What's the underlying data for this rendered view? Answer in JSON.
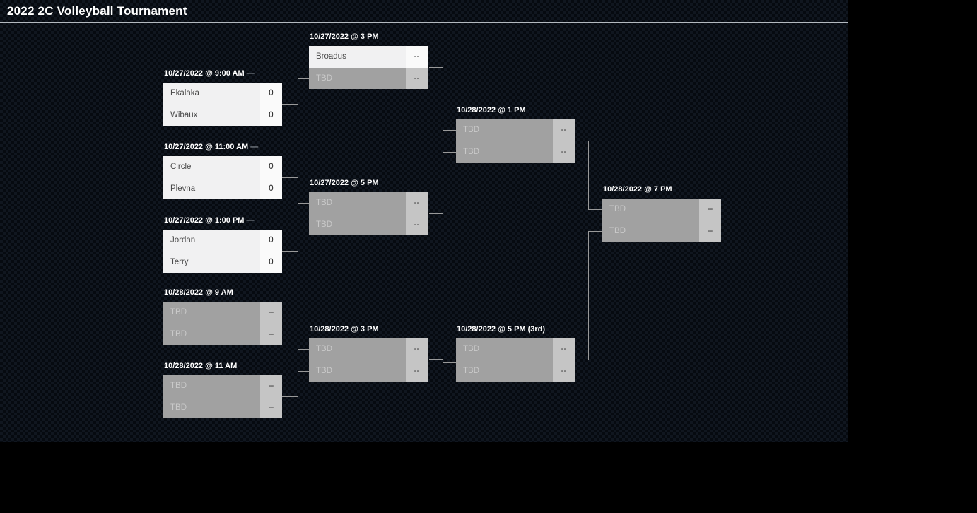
{
  "page": {
    "title": "2022 2C Volleyball Tournament"
  },
  "colors": {
    "page_background": "#000000",
    "panel_texture_base": "#060a10",
    "panel_texture_square": "#10161f",
    "divider": "#b3b9bf",
    "row_played_bg": "#f1f1f2",
    "row_played_score_bg": "#fafafa",
    "row_tbd_bg": "#a1a1a1",
    "row_tbd_score_bg": "#c5c5c5",
    "connector": "#999999",
    "header_text": "#ffffff"
  },
  "matches": [
    {
      "header": "10/27/2022 @ 9:00 AM",
      "suffix": " —",
      "teams": [
        {
          "name": "Ekalaka",
          "score": "0"
        },
        {
          "name": "Wibaux",
          "score": "0"
        }
      ]
    },
    {
      "header": "10/27/2022 @ 11:00 AM",
      "suffix": " —",
      "teams": [
        {
          "name": "Circle",
          "score": "0"
        },
        {
          "name": "Plevna",
          "score": "0"
        }
      ]
    },
    {
      "header": "10/27/2022 @ 1:00 PM",
      "suffix": " —",
      "teams": [
        {
          "name": "Jordan",
          "score": "0"
        },
        {
          "name": "Terry",
          "score": "0"
        }
      ]
    },
    {
      "header": "10/28/2022 @ 9 AM",
      "suffix": "",
      "teams": [
        {
          "name": "TBD",
          "score": "--"
        },
        {
          "name": "TBD",
          "score": "--"
        }
      ]
    },
    {
      "header": "10/28/2022 @ 11 AM",
      "suffix": "",
      "teams": [
        {
          "name": "TBD",
          "score": "--"
        },
        {
          "name": "TBD",
          "score": "--"
        }
      ]
    },
    {
      "header": "10/27/2022 @ 3 PM",
      "suffix": "",
      "teams": [
        {
          "name": "Broadus",
          "score": "--"
        },
        {
          "name": "TBD",
          "score": "--"
        }
      ]
    },
    {
      "header": "10/27/2022 @ 5 PM",
      "suffix": "",
      "teams": [
        {
          "name": "TBD",
          "score": "--"
        },
        {
          "name": "TBD",
          "score": "--"
        }
      ]
    },
    {
      "header": "10/28/2022 @ 3 PM",
      "suffix": "",
      "teams": [
        {
          "name": "TBD",
          "score": "--"
        },
        {
          "name": "TBD",
          "score": "--"
        }
      ]
    },
    {
      "header": "10/28/2022 @ 1 PM",
      "suffix": "",
      "teams": [
        {
          "name": "TBD",
          "score": "--"
        },
        {
          "name": "TBD",
          "score": "--"
        }
      ]
    },
    {
      "header": "10/28/2022 @ 5 PM (3rd)",
      "suffix": "",
      "teams": [
        {
          "name": "TBD",
          "score": "--"
        },
        {
          "name": "TBD",
          "score": "--"
        }
      ]
    },
    {
      "header": "10/28/2022 @ 7 PM",
      "suffix": "",
      "teams": [
        {
          "name": "TBD",
          "score": "--"
        },
        {
          "name": "TBD",
          "score": "--"
        }
      ]
    }
  ]
}
